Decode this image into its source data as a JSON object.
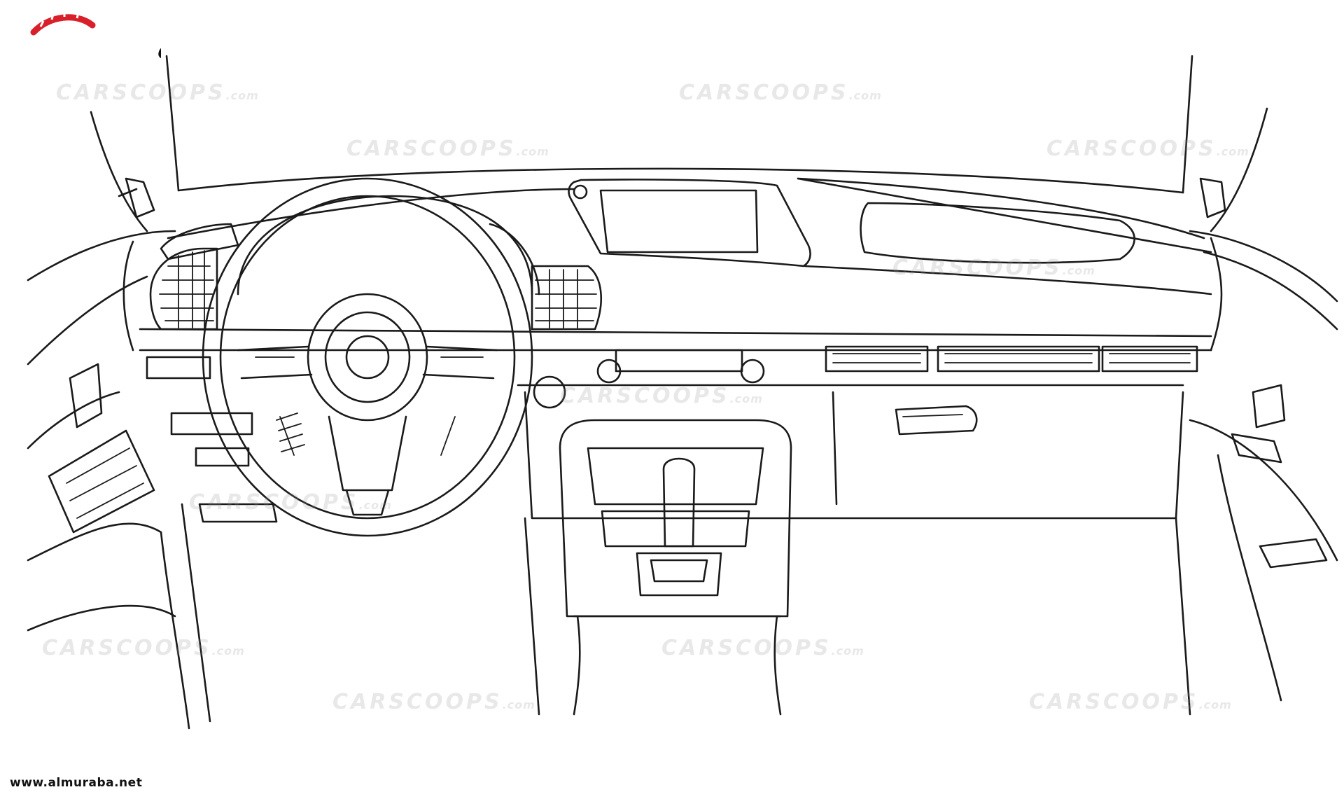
{
  "highlight_color": "#5ce8ea",
  "watermark": {
    "brand": "CARSCOOPS",
    "suffix": ".com"
  },
  "logo": {
    "arabic": "المربع نت",
    "url": "www.almuraba.net",
    "accent": "#d9202a"
  }
}
